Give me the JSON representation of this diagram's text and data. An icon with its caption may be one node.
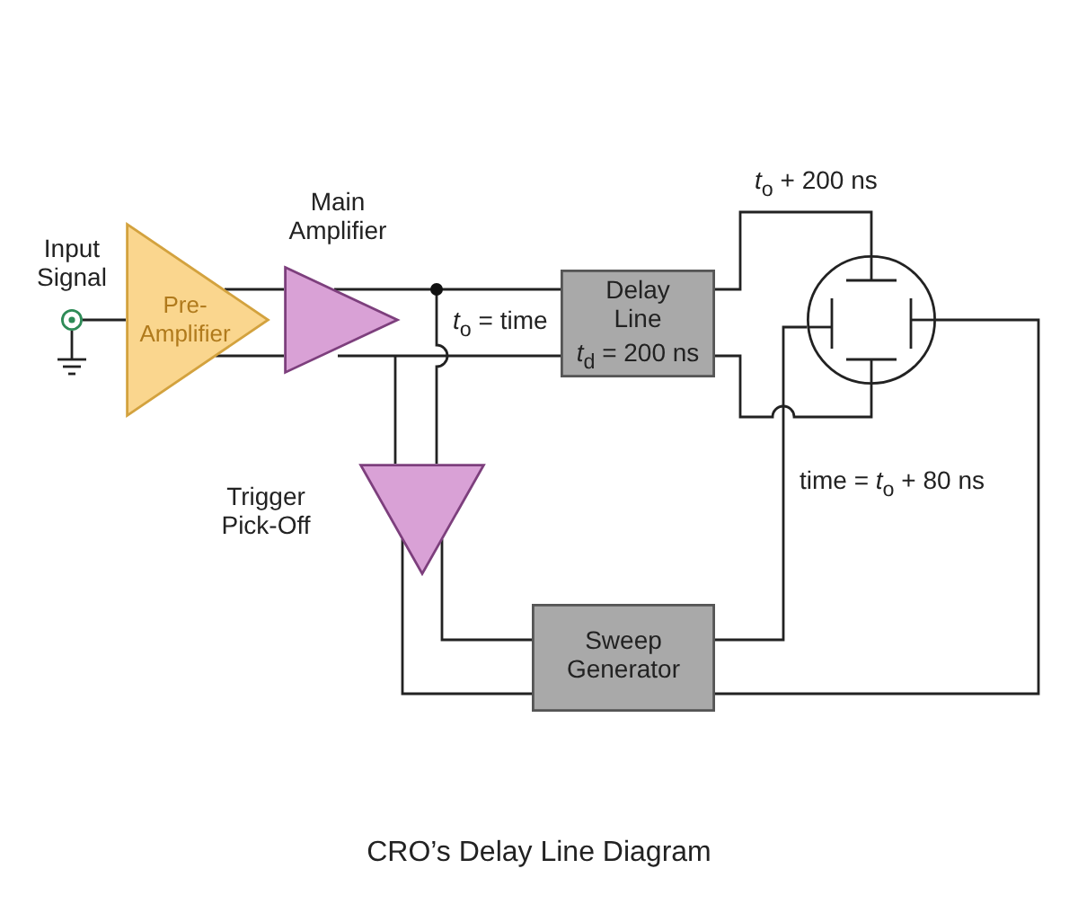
{
  "diagram": {
    "caption": "CRO’s Delay Line Diagram",
    "nodes": [
      {
        "text": [],
        "shape": "circle",
        "beside": [
          "Input Signal"
        ]
      },
      {
        "text": [
          "Pre- Amplifier"
        ]
      },
      {
        "text": [
          "Main Amplifier"
        ]
      },
      {
        "text": [
          "Delay Line",
          "*t*$_{d}$ = 200 ns"
        ]
      },
      {
        "text": [],
        "shape": "circle"
      },
      {
        "text": [
          "Trigger Pick-Off"
        ]
      },
      {
        "text": [
          "Sweep Generator"
        ]
      }
    ],
    "edges": [
      {
        "from": 0,
        "to": 1,
        "arrow": "none"
      },
      {
        "from": 1,
        "to": 2,
        "arrow": "none"
      },
      {
        "from": 1,
        "to": 2,
        "arrow": "none"
      },
      {
        "from": 2,
        "to": 3,
        "arrow": "none",
        "label": "*t*$_{o}$ = time"
      },
      {
        "from": 2,
        "to": 3,
        "arrow": "none"
      },
      {
        "from": 2,
        "to": 5,
        "arrow": "none"
      },
      {
        "from": 2,
        "to": 5,
        "arrow": "none"
      },
      {
        "from": 5,
        "to": 6,
        "arrow": "none"
      },
      {
        "from": 5,
        "to": 6,
        "arrow": "none"
      },
      {
        "from": 3,
        "to": 4,
        "arrow": "none",
        "label": "*t*$_{o}$ + 200 ns"
      },
      {
        "from": 3,
        "to": 4,
        "arrow": "none"
      },
      {
        "from": 6,
        "to": 4,
        "arrow": "none",
        "label": "time = *t*$_{o}$ + 80 ns"
      },
      {
        "from": 6,
        "to": 4,
        "arrow": "none"
      }
    ]
  }
}
